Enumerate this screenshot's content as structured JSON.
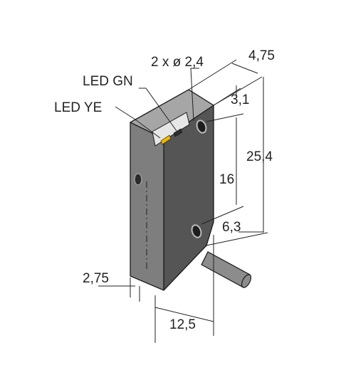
{
  "colors": {
    "housing_front": "#7e7e7e",
    "housing_side": "#555555",
    "housing_top": "#a6a6a6",
    "cable": "#8c8c8c",
    "led_yellow": "#f2b800",
    "led_green_window": "#2e2e2e",
    "led_panel": "#e6e6e6",
    "line": "#222222"
  },
  "labels": {
    "hole_spec": "2 x ø 2,4",
    "led_green": "LED GN",
    "led_yellow": "LED YE"
  },
  "dimensions": {
    "depth": "4,75",
    "hole_offset_top": "3,1",
    "total_height": "25,4",
    "hole_spacing": "16",
    "hole_offset_bottom": "6,3",
    "side_offset": "2,75",
    "width": "12,5"
  },
  "icons": [
    "led-yellow-indicator",
    "led-green-indicator",
    "mounting-hole"
  ]
}
